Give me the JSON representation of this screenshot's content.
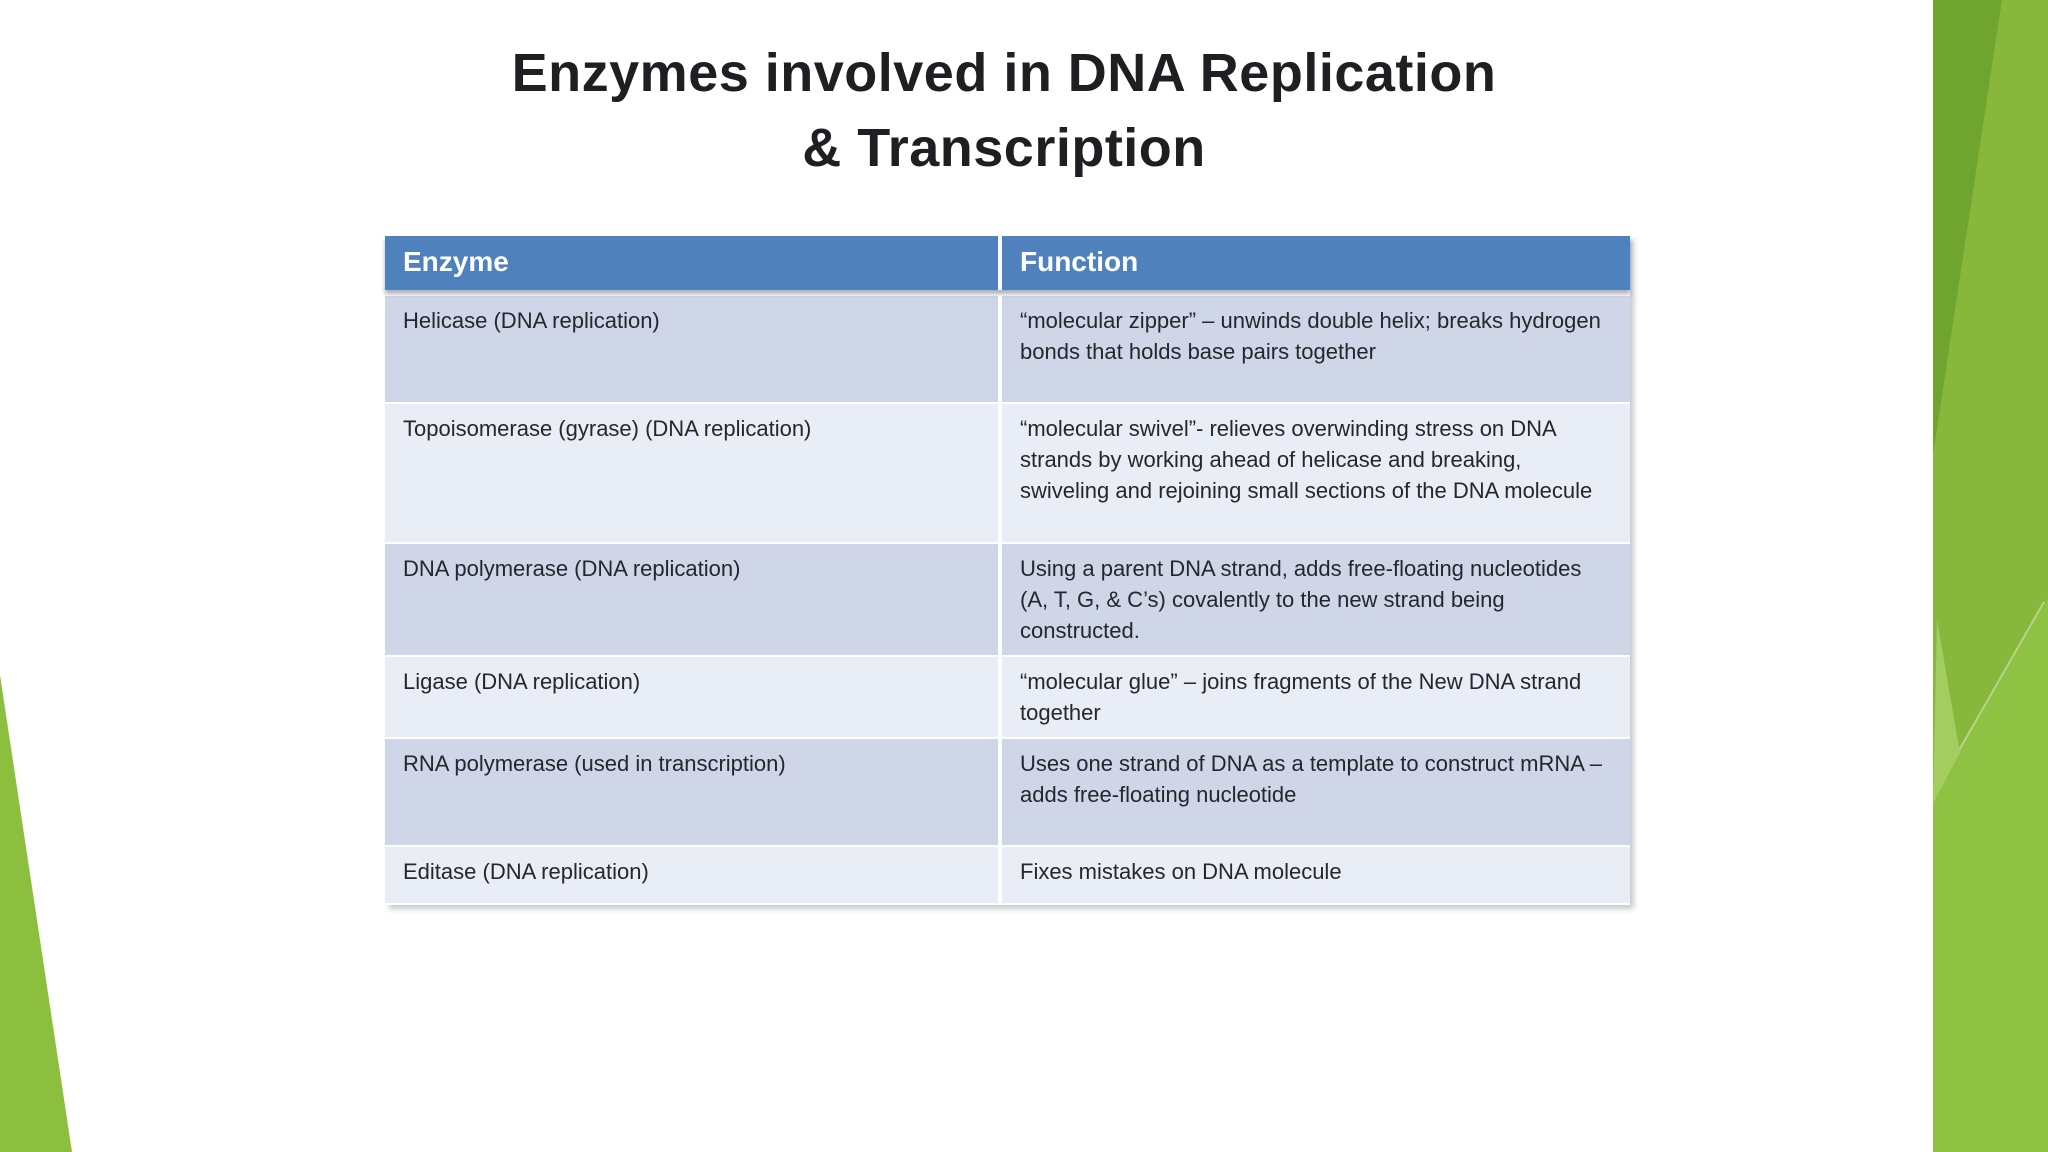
{
  "slide": {
    "title_line1": "Enzymes involved in DNA Replication",
    "title_line2": "& Transcription"
  },
  "table": {
    "headers": {
      "enzyme": "Enzyme",
      "function": "Function"
    },
    "rows": [
      {
        "enzyme": "Helicase (DNA replication)",
        "function": "“molecular zipper” – unwinds double helix; breaks hydrogen bonds that holds base pairs together"
      },
      {
        "enzyme": "Topoisomerase (gyrase)  (DNA replication)",
        "function": "“molecular swivel”- relieves overwinding stress on DNA strands by working ahead of helicase and breaking, swiveling and rejoining small sections of the DNA molecule"
      },
      {
        "enzyme": "DNA polymerase (DNA replication)",
        "function": "Using a parent DNA strand, adds free-floating nucleotides (A, T, G, & C’s) covalently to the new strand being constructed."
      },
      {
        "enzyme": "Ligase (DNA replication)",
        "function": "“molecular glue” – joins fragments of the New DNA strand together"
      },
      {
        "enzyme": "RNA polymerase (used in transcription)",
        "function": "Uses one strand of DNA as a template to construct mRNA – adds free-floating nucleotide"
      },
      {
        "enzyme": "Editase (DNA replication)",
        "function": "Fixes mistakes on DNA molecule"
      }
    ]
  },
  "colors": {
    "header_bg": "#4F81BD",
    "row_dark": "#CED6E7",
    "row_light": "#E9EDF5",
    "title_text": "#1F1F23",
    "accent_green_main": "#87B83C",
    "accent_green_bright": "#8EC243",
    "accent_green_dark": "#6FA42F",
    "accent_green_pale": "#A4CD60"
  }
}
